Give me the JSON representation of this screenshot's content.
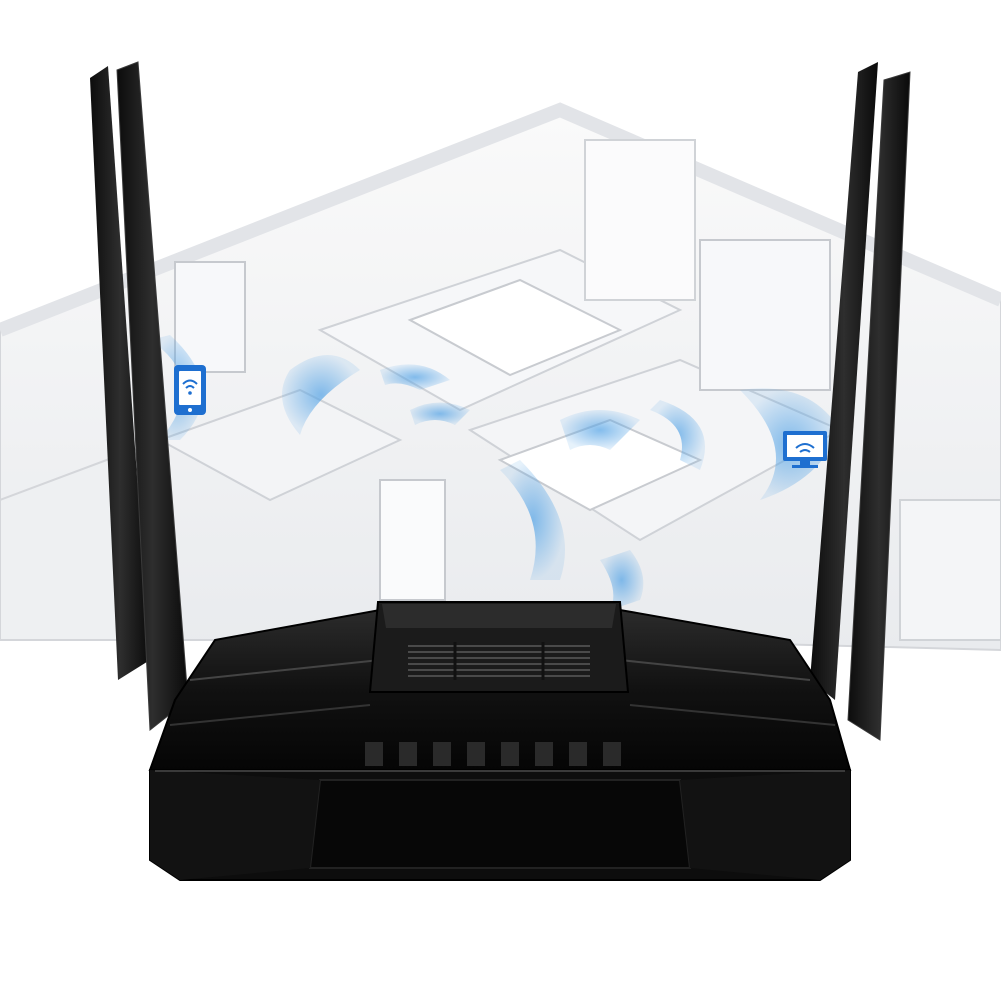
{
  "scene": {
    "subject": "router",
    "background": "house-floorplan",
    "antenna_count": 4,
    "devices": [
      {
        "id": "phone",
        "icon": "smartphone-wifi-icon"
      },
      {
        "id": "tv",
        "icon": "monitor-wifi-icon"
      }
    ]
  },
  "colors": {
    "background": "#ffffff",
    "floorplan_wall": "#f1f2f4",
    "floorplan_shadow": "#d9dbdf",
    "router_body": "#141414",
    "router_highlight": "#3a3a3a",
    "signal_wave": "#5aa6e6",
    "device_icon": "#1e6fd0"
  }
}
